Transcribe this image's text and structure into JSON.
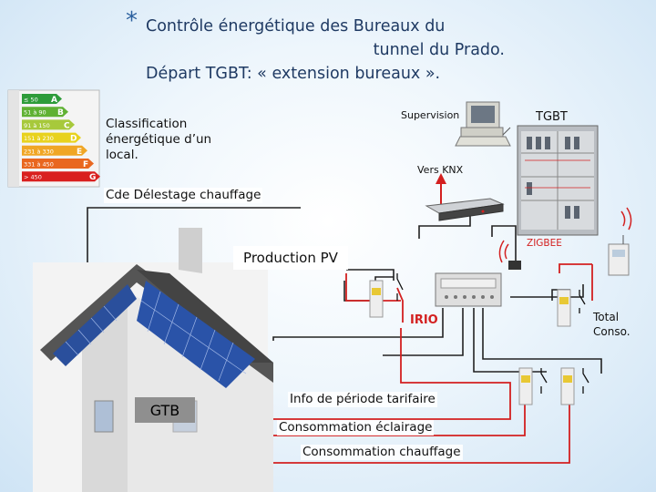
{
  "title": {
    "bullet": "*",
    "line1": "Contrôle énergétique des Bureaux du",
    "line2": "tunnel du Prado.",
    "line3": "Départ TGBT: « extension bureaux ». "
  },
  "energy_label": {
    "classes": [
      {
        "range": "≤ 50",
        "letter": "A",
        "color": "#2e9c3a"
      },
      {
        "range": "51 à 90",
        "letter": "B",
        "color": "#5fb133"
      },
      {
        "range": "91 à 150",
        "letter": "C",
        "color": "#a7c93b"
      },
      {
        "range": "151 à 230",
        "letter": "D",
        "color": "#e8d21e"
      },
      {
        "range": "231 à 330",
        "letter": "E",
        "color": "#f0a625"
      },
      {
        "range": "331 à 450",
        "letter": "F",
        "color": "#e9671f"
      },
      {
        "range": "> 450",
        "letter": "G",
        "color": "#d9201f"
      }
    ]
  },
  "labels": {
    "classification": "Classification énergétique d’un local.",
    "supervision": "Supervision",
    "tgbt": "TGBT",
    "vers_knx": "Vers KNX",
    "cde_delestage": "Cde Délestage chauffage",
    "production_pv": "Production PV",
    "zigbee": "ZIGBEE",
    "irio": "IRIO",
    "total_conso": "Total Conso.",
    "gtb": "GTB",
    "info_tarif": "Info de période tarifaire",
    "conso_eclairage": "Consommation éclairage",
    "conso_chauffage": "Consommation chauffage"
  },
  "colors": {
    "title": "#1f3a63",
    "accent_red": "#d32020",
    "wire_dark": "#222222",
    "wire_red": "#d32020"
  }
}
